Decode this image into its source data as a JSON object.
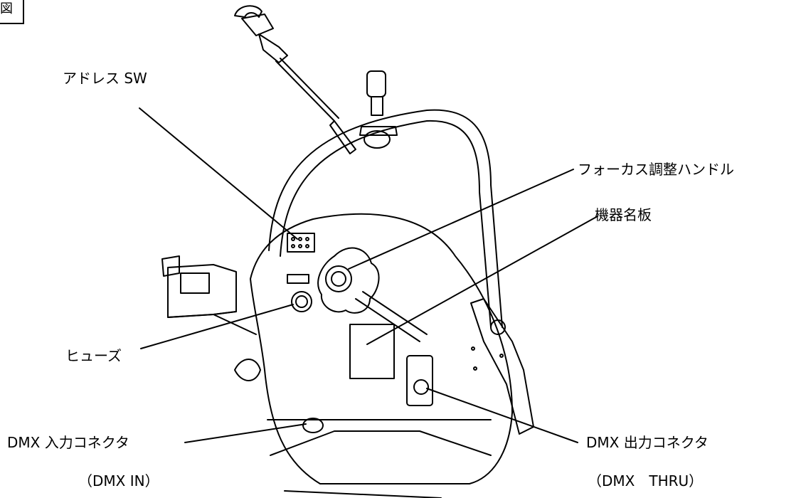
{
  "corner_tag": "図",
  "labels": {
    "address_sw": "アドレス SW",
    "focus_handle": "フォーカス調整ハンドル",
    "name_plate": "機器名板",
    "fuse": "ヒューズ",
    "dmx_in": "DMX 入力コネクタ",
    "dmx_in_sub": "（DMX IN）",
    "dmx_out": "DMX 出力コネクタ",
    "dmx_out_sub": "（DMX　THRU）"
  }
}
